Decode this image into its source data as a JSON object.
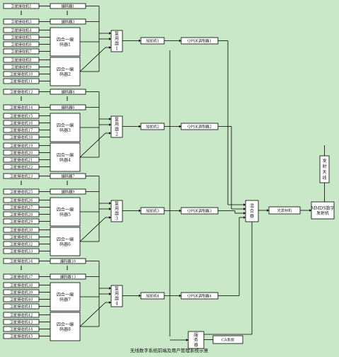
{
  "receivers": [
    "卫星接收机1",
    "卫星接收机3",
    "卫星接收机4",
    "卫星接收机5",
    "卫星接收机6",
    "卫星接收机7",
    "卫星接收机8",
    "卫星接收机9",
    "卫星接收机10",
    "卫星接收机11",
    "卫星接收机12",
    "卫星接收机14",
    "卫星接收机15",
    "卫星接收机16",
    "卫星接收机17",
    "卫星接收机18",
    "卫星接收机19",
    "卫星接收机20",
    "卫星接收机21",
    "卫星接收机22",
    "卫星接收机23",
    "卫星接收机25",
    "卫星接收机26",
    "卫星接收机27",
    "卫星接收机28",
    "卫星接收机29",
    "卫星接收机30",
    "卫星接收机31",
    "卫星接收机32",
    "卫星接收机33",
    "卫星接收机34",
    "卫星接收机37",
    "卫星接收机38",
    "卫星接收机39",
    "卫星接收机40",
    "卫星接收机41",
    "卫星接收机42",
    "卫星接收机43",
    "卫星接收机44",
    "卫星接收机45"
  ],
  "encoders": [
    "编码器1",
    "编码器3",
    "编码器4",
    "编码器6",
    "编码器7",
    "编码器9",
    "编码器10",
    "编码器13"
  ],
  "four_in_one": [
    "四合一编码器1",
    "四合一编码器2",
    "四合一编码器3",
    "四合一编码器4",
    "四合一编码器5",
    "四合一编码器6",
    "四合一编码器7",
    "四合一编码器8"
  ],
  "multiplexers": [
    "复用器1",
    "复用器2",
    "复用器3",
    "复用器4"
  ],
  "scramblers": [
    "加扰机1",
    "加扰机2",
    "加扰机3",
    "加扰机4"
  ],
  "modulators": [
    "QPSK调制器1",
    "QPSK调制器2",
    "QPSK调制器3",
    "QPSK调制器4"
  ],
  "mixer": "混合器",
  "transmitter": "光发射机",
  "mmds": "MMDS数字发射机",
  "antenna": "发射天线",
  "server": "服务器",
  "ca": "CA系统",
  "caption": "无线数字系统前端及用户管理系统示意"
}
